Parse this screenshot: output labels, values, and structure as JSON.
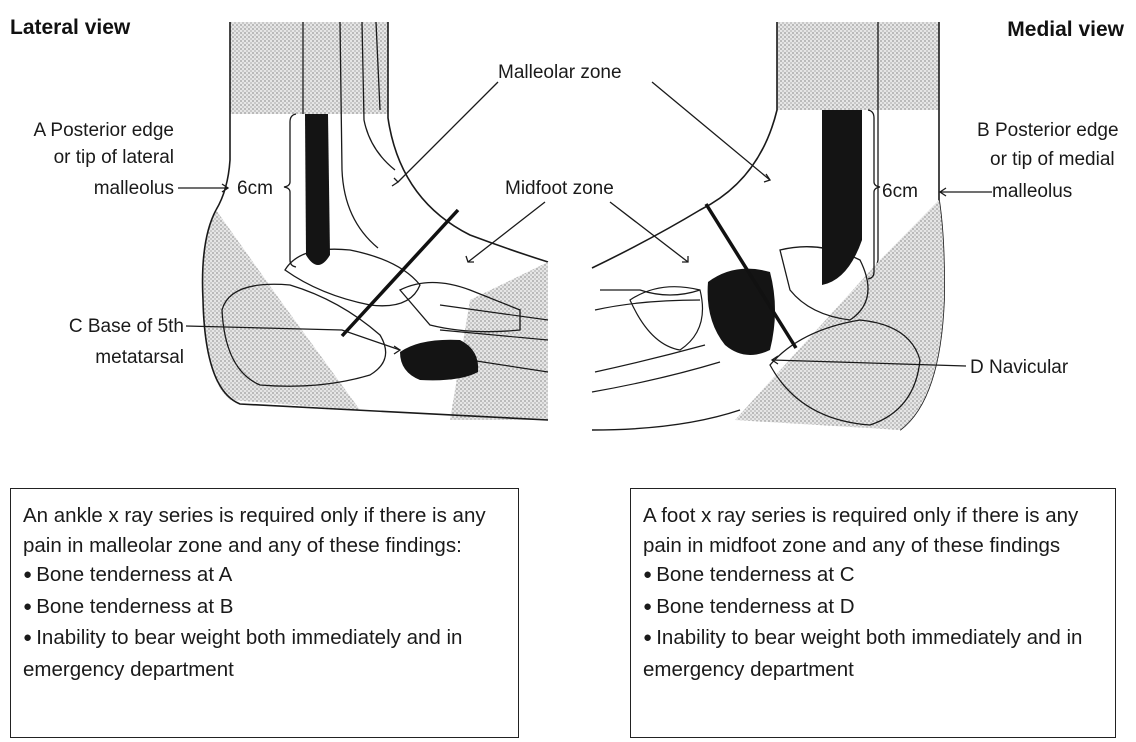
{
  "lateral": {
    "title": "Lateral view",
    "label_a": [
      "A Posterior edge",
      "or tip of lateral",
      "malleolus"
    ],
    "label_c": [
      "C Base of 5th",
      "metatarsal"
    ],
    "distance": "6cm"
  },
  "medial": {
    "title": "Medial view",
    "label_b": [
      "B Posterior edge",
      "or tip of medial",
      "malleolus"
    ],
    "label_d": "D Navicular",
    "distance": "6cm"
  },
  "zones": {
    "malleolar": "Malleolar zone",
    "midfoot": "Midfoot zone"
  },
  "ankle_box": {
    "intro": "An ankle x ray series is required only if there is any pain in malleolar zone and any of these findings:",
    "findings": [
      "Bone tenderness at A",
      "Bone tenderness at B",
      "Inability to bear weight both immediately and in emergency department"
    ]
  },
  "foot_box": {
    "intro": "A foot x ray series is required only if there is any pain in midfoot zone and any of these findings",
    "findings": [
      "Bone tenderness at C",
      "Bone tenderness at D",
      "Inability to bear weight both immediately and in emergency department"
    ]
  },
  "colors": {
    "shade": "#d4d4d4",
    "bone_dark": "#141414",
    "line": "#1a1a1a"
  }
}
